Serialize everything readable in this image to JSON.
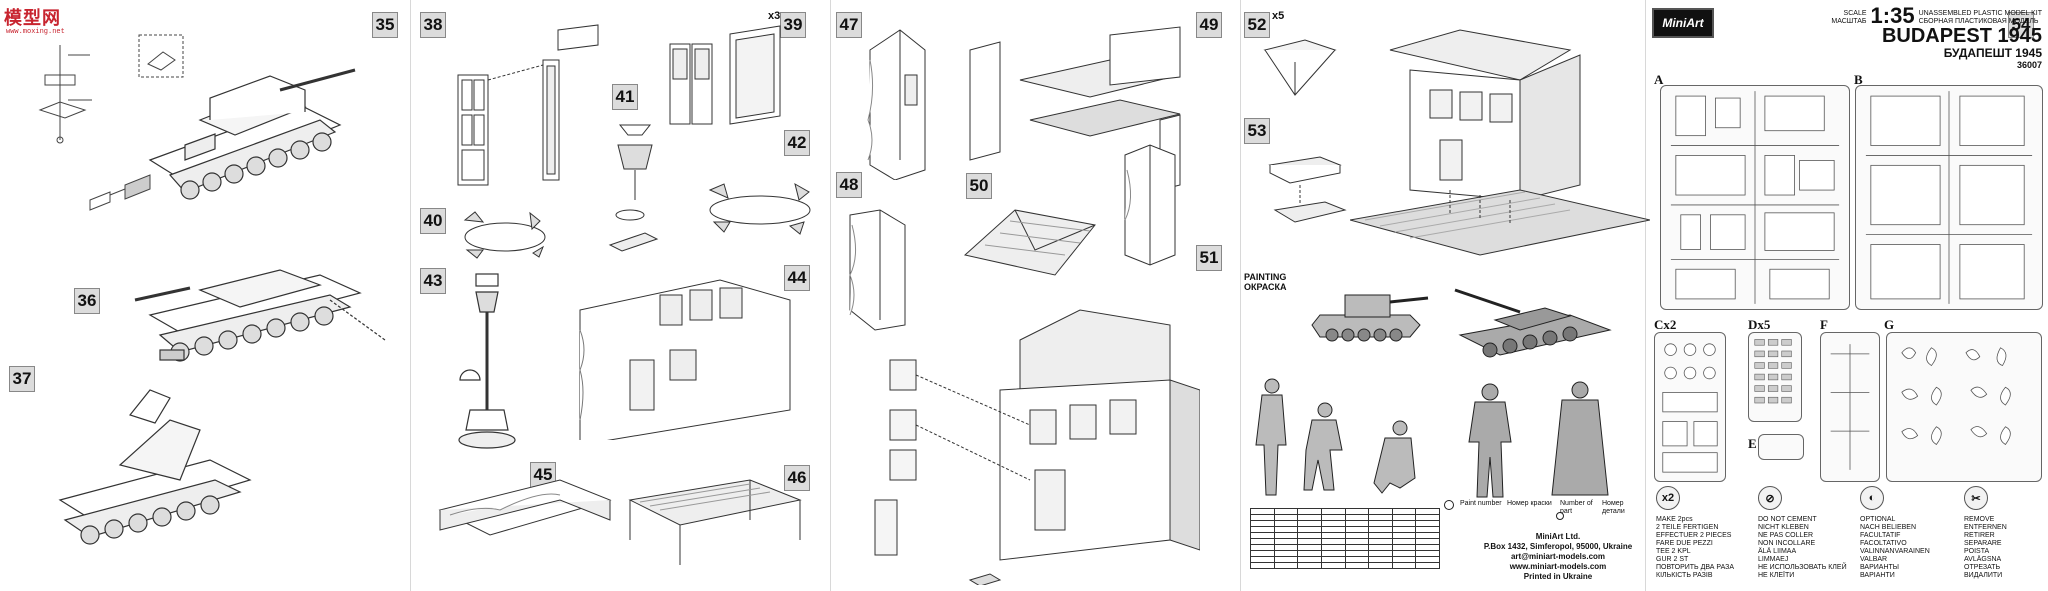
{
  "watermark": {
    "text": "模型网",
    "sub": "www.moxing.net"
  },
  "brand": {
    "logo_text": "MiniArt"
  },
  "kit": {
    "scale_label_en": "SCALE",
    "scale_label_ru": "МАСШТАБ",
    "scale_value": "1:35",
    "scale_desc_en": "UNASSEMBLED PLASTIC MODEL KIT",
    "scale_desc_ru": "СБОРНАЯ ПЛАСТИКОВАЯ МОДЕЛЬ",
    "title_en": "BUDAPEST 1945",
    "title_ru": "БУДАПЕШТ 1945",
    "number": "36007"
  },
  "steps": [
    {
      "n": "35"
    },
    {
      "n": "36"
    },
    {
      "n": "37"
    },
    {
      "n": "38"
    },
    {
      "n": "39"
    },
    {
      "n": "40"
    },
    {
      "n": "41"
    },
    {
      "n": "42"
    },
    {
      "n": "43"
    },
    {
      "n": "44"
    },
    {
      "n": "45"
    },
    {
      "n": "46"
    },
    {
      "n": "47"
    },
    {
      "n": "48"
    },
    {
      "n": "49"
    },
    {
      "n": "50"
    },
    {
      "n": "51"
    },
    {
      "n": "52"
    },
    {
      "n": "53"
    },
    {
      "n": "54"
    }
  ],
  "multipliers": {
    "step39": "x3",
    "step52": "x5"
  },
  "sprues": [
    {
      "label": "A"
    },
    {
      "label": "B"
    },
    {
      "label": "Cx2"
    },
    {
      "label": "Dx5"
    },
    {
      "label": "F"
    },
    {
      "label": "G"
    },
    {
      "label": "E"
    }
  ],
  "painting": {
    "en": "PAINTING",
    "ru": "ОКРАСКА"
  },
  "legend": {
    "paint_en": "Paint number",
    "paint_ru": "Номер краски",
    "part_en": "Number of part",
    "part_ru": "Номер детали"
  },
  "address": {
    "company": "MiniArt Ltd.",
    "street": "P.Box 1432, Simferopol, 95000, Ukraine",
    "email": "art@miniart-models.com",
    "site": "www.miniart-models.com",
    "printed": "Printed in Ukraine"
  },
  "symbols": [
    {
      "icon": "x2",
      "lines": [
        "MAKE 2pcs",
        "2 TEILE FERTIGEN",
        "EFFECTUER 2 PIECES",
        "FARE DUE PEZZI",
        "TEE 2 KPL",
        "GUR 2 ST",
        "ПОВТОРИТЬ ДВА РАЗА",
        "КІЛЬКІСТЬ РАЗІВ"
      ]
    },
    {
      "icon": "⊘",
      "lines": [
        "DO NOT CEMENT",
        "NICHT KLEBEN",
        "NE PAS COLLER",
        "NON INCOLLARE",
        "ÄLÄ LIIMAA",
        "LIMMAEJ",
        "НЕ ИСПОЛЬЗОВАТЬ КЛЕЙ",
        "НЕ КЛЕЇТИ"
      ]
    },
    {
      "icon": "◐",
      "lines": [
        "OPTIONAL",
        "NACH BELIEBEN",
        "FACULTATIF",
        "FACOLTATIVO",
        "VALINNANVARAINEN",
        "VALBAR",
        "ВАРИАНТЫ",
        "ВАРІАНТИ"
      ]
    },
    {
      "icon": "✂",
      "lines": [
        "REMOVE",
        "ENTFERNEN",
        "RETIRER",
        "SEPARARE",
        "POISTA",
        "AVLÄGSNA",
        "ОТРЕЗАТЬ",
        "ВИДАЛИТИ"
      ]
    }
  ],
  "colors": {
    "step_bg": "#dcdcdc",
    "watermark": "#c8242f",
    "line": "#444444"
  }
}
